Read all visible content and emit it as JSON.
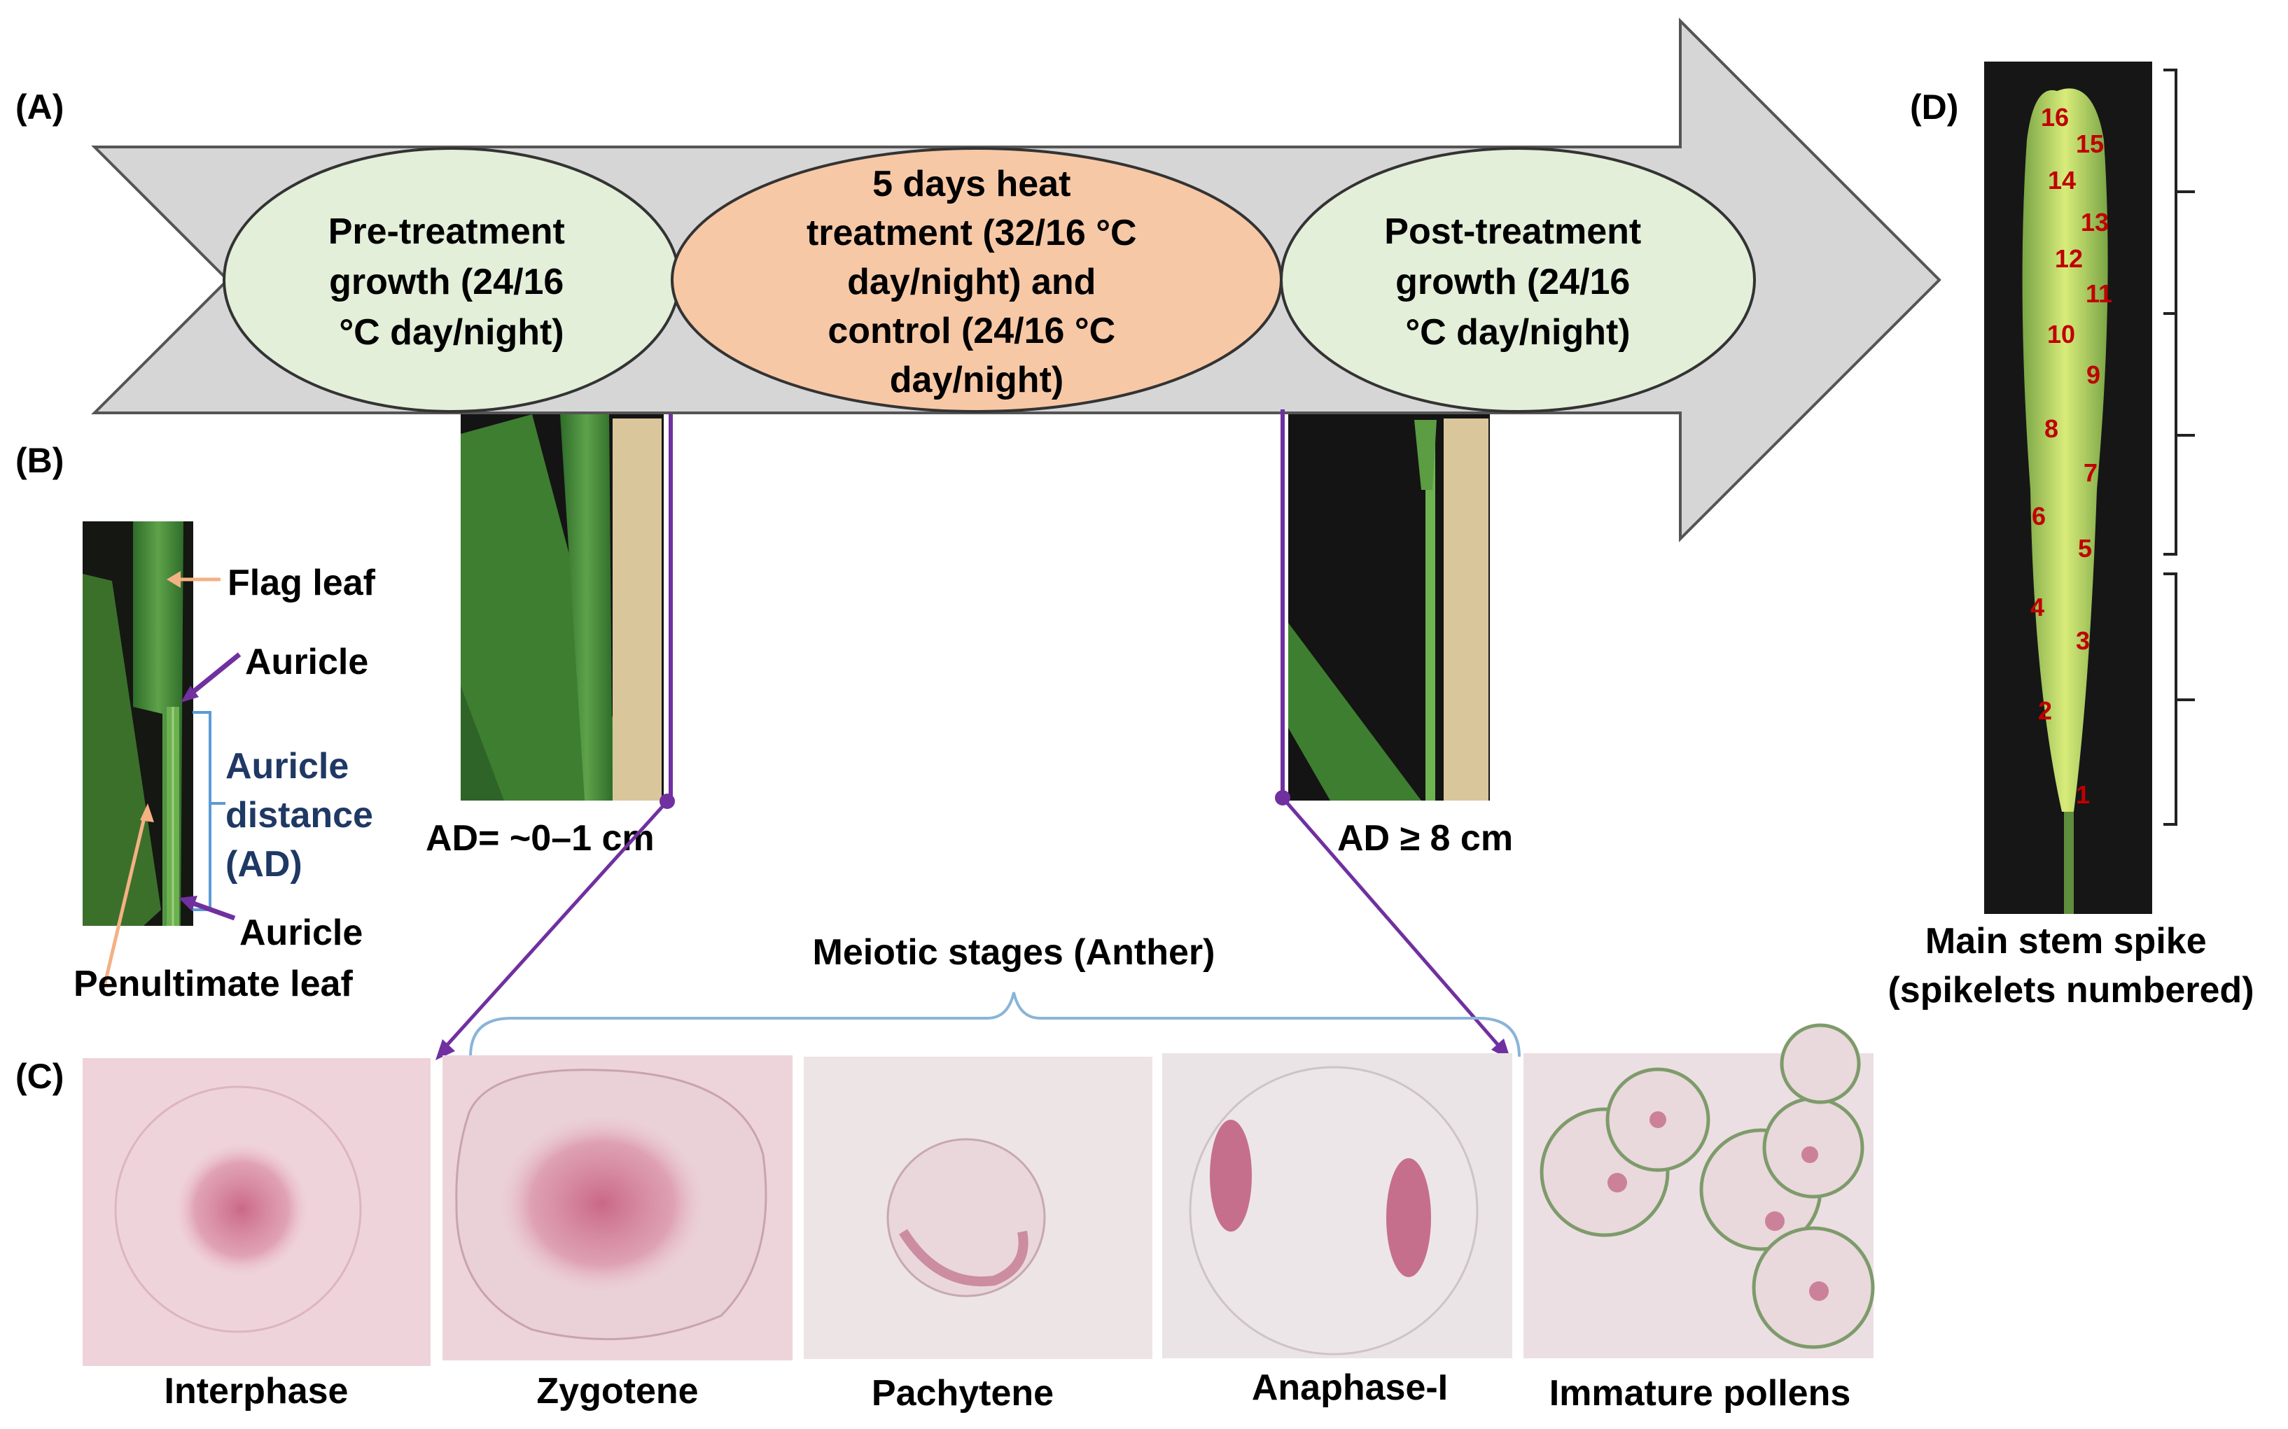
{
  "panel_labels": {
    "a": "(A)",
    "b": "(B)",
    "c": "(C)",
    "d": "(D)"
  },
  "timeline": {
    "pre_treatment": [
      "Pre-treatment",
      "growth (24/16",
      "°C day/night)"
    ],
    "heat_treatment": [
      "5 days heat",
      "treatment (32/16 °C",
      "day/night) and",
      "control (24/16 °C",
      "day/night)"
    ],
    "post_treatment": [
      "Post-treatment",
      "growth (24/16",
      "°C day/night)"
    ]
  },
  "auricle_diagram": {
    "flag_leaf": "Flag leaf",
    "auricle_top": "Auricle",
    "auricle_distance": [
      "Auricle",
      "distance",
      "(AD)"
    ],
    "auricle_bottom": "Auricle",
    "penultimate_leaf": "Penultimate leaf"
  },
  "ad_labels": {
    "start": "AD= ~0–1 cm",
    "end": "AD ≥ 8 cm"
  },
  "meiotic_title": "Meiotic stages (Anther)",
  "stages": [
    "Interphase",
    "Zygotene",
    "Pachytene",
    "Anaphase-I",
    "Immature pollens"
  ],
  "spike": {
    "caption": [
      "Main stem spike",
      "(spikelets numbered)"
    ],
    "spikelet_numbers": [
      "1",
      "2",
      "3",
      "4",
      "5",
      "6",
      "7",
      "8",
      "9",
      "10",
      "11",
      "12",
      "13",
      "14",
      "15",
      "16"
    ]
  },
  "colors": {
    "arrow_fill": "#d6d6d6",
    "pre_post_fill": "#e3efd9",
    "heat_fill": "#f7c8a6",
    "purple": "#7030a0",
    "peach": "#f4b183",
    "ad_blue": "#1f3864",
    "spike_number_red": "#c00000",
    "micro_bg": "#efd6dc"
  }
}
